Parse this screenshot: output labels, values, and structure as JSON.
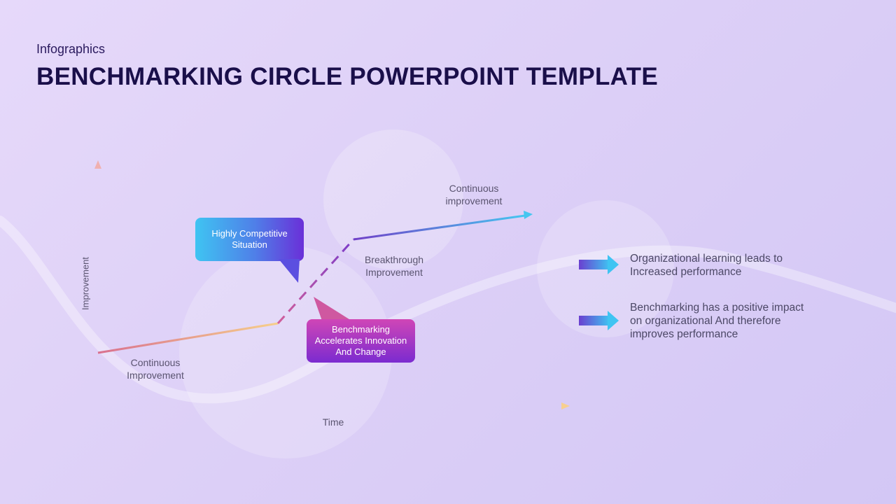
{
  "header": {
    "subtitle": "Infographics",
    "title": "BENCHMARKING CIRCLE POWERPOINT TEMPLATE"
  },
  "diagram": {
    "axis_y_label": "Improvement",
    "axis_x_label": "Time",
    "label_continuous_low": "Continuous\nImprovement",
    "label_breakthrough": "Breakthrough\nImprovement",
    "label_continuous_high": "Continuous\nimprovement",
    "callout_competitive": "Highly Competitive\nSituation",
    "callout_benchmarking": "Benchmarking\nAccelerates Innovation\nAnd Change"
  },
  "points": [
    {
      "text": "Organizational learning leads to\nIncreased performance"
    },
    {
      "text": "Benchmarking has a positive impact\non organizational And therefore\nimproves performance"
    }
  ],
  "colors": {
    "title": "#1a0f4a",
    "callout_blue_start": "#3fc4f2",
    "callout_blue_end": "#6a2fd8",
    "callout_purple_start": "#d046b6",
    "callout_purple_end": "#7b2bd0",
    "arrow_start": "#6a3fd0",
    "arrow_end": "#3fc4f2"
  }
}
